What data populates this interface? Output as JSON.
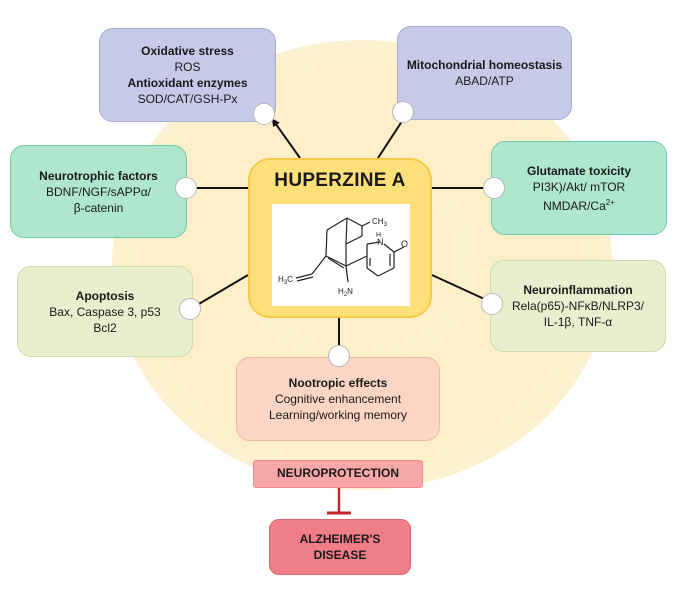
{
  "center": {
    "title": "HUPERZINE A"
  },
  "molecule": {
    "ch3": "CH",
    "ch3_sub": "3",
    "nh": "N",
    "nh_h": "H",
    "o": "O",
    "h3c_h": "H",
    "h3c_sub": "3",
    "h3c_c": "C",
    "h2n": "H",
    "h2n_sub": "2",
    "h2n_n": "N"
  },
  "boxes": {
    "oxidative": {
      "title1": "Oxidative stress",
      "line1": "ROS",
      "title2": "Antioxidant enzymes",
      "line2": "SOD/CAT/GSH-Px"
    },
    "mito": {
      "title": "Mitochondrial homeostasis",
      "line1": "ABAD/ATP"
    },
    "neurotrophic": {
      "title": "Neurotrophic factors",
      "line1": "BDNF/NGF/sAPPα/",
      "line2": "β-catenin"
    },
    "glutamate": {
      "title": "Glutamate toxicity",
      "line1": "PI3K)/Akt/ mTOR",
      "line2": "NMDAR/Ca",
      "line2_sup": "2+"
    },
    "apoptosis": {
      "title": "Apoptosis",
      "line1": "Bax, Caspase 3, p53",
      "line2": "Bcl2"
    },
    "neuroinflammation": {
      "title": "Neuroinflammation",
      "line1": "Rela(p65)-NFκB/NLRP3/",
      "line2": "IL-1β, TNF-α"
    },
    "nootropic": {
      "title": "Nootropic effects",
      "line1": "Cognitive enhancement",
      "line2": "Learning/working memory"
    }
  },
  "neuroprotection": {
    "label": "NEUROPROTECTION"
  },
  "disease": {
    "line1": "ALZHEIMER'S",
    "line2": "DISEASE"
  },
  "colors": {
    "blue": "#c6c9e8",
    "green": "#aee6cf",
    "lime": "#e7efce",
    "peach": "#fcd5c4",
    "center": "#fde07a",
    "neuroprotection": "#f8a7a9",
    "disease": "#f07e89",
    "inhibit": "#c0282c"
  }
}
